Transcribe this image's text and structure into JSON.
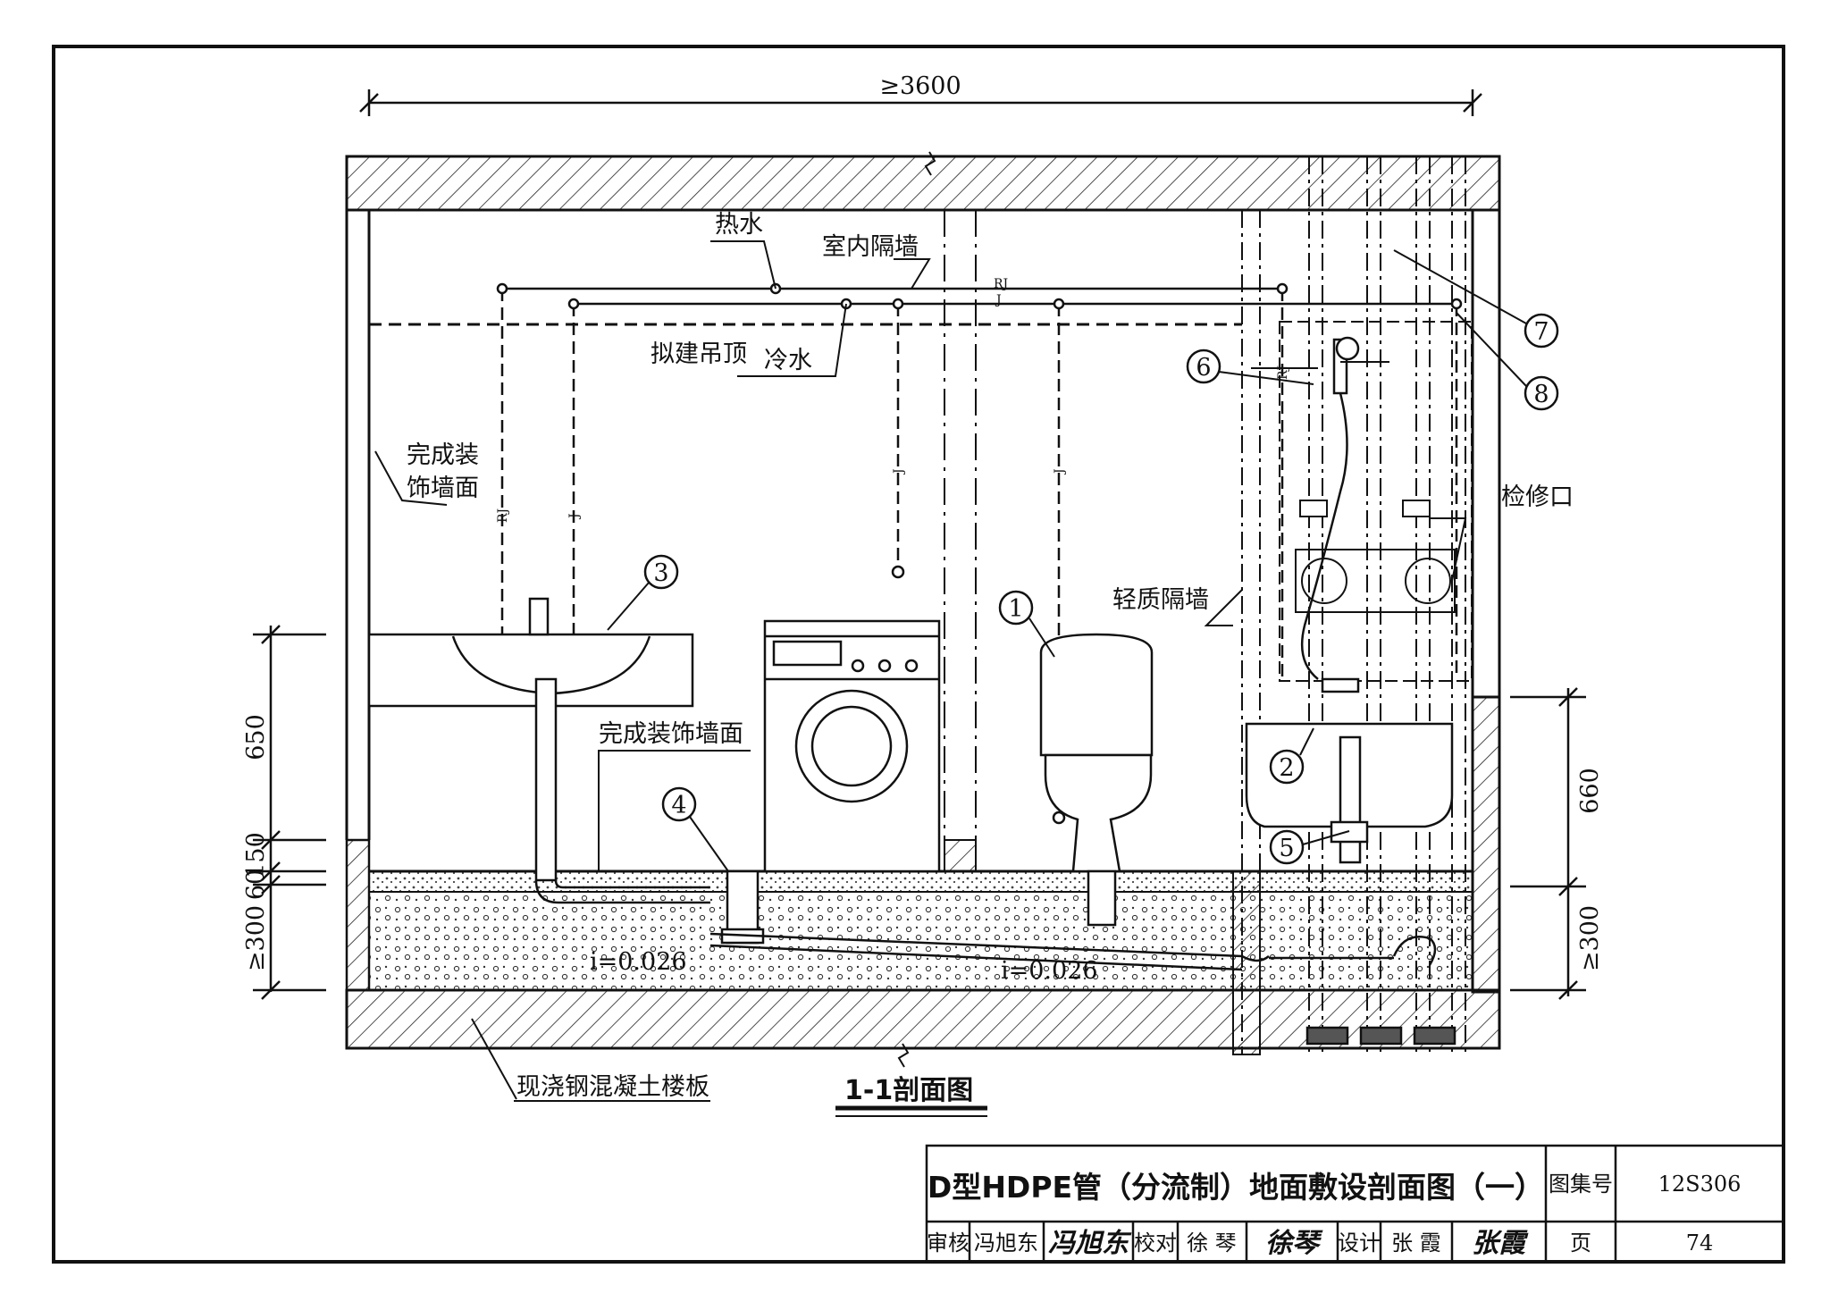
{
  "drawing": {
    "overall_dimension": "≥3600",
    "section_title": "1-1剖面图",
    "labels": {
      "hot_water": "热水",
      "partition_wall": "室内隔墙",
      "proposed_ceiling": "拟建吊顶",
      "cold_water": "冷水",
      "finished_wall_line1": "完成装",
      "finished_wall_line2": "饰墙面",
      "finished_wall_surface": "完成装饰墙面",
      "light_partition": "轻质隔墙",
      "access_opening": "检修口",
      "slab": "现浇钢混凝土楼板",
      "slope_left": "i=0.026",
      "slope_right": "i=0.026",
      "pipe_rj": "RJ",
      "pipe_j": "J"
    },
    "callouts": [
      "1",
      "2",
      "3",
      "4",
      "5",
      "6",
      "7",
      "8"
    ],
    "dimensions_left": [
      "650",
      "150",
      "60",
      "≥300"
    ],
    "dimensions_right": [
      "660",
      "≥300"
    ]
  },
  "title_block": {
    "title": "D型HDPE管（分流制）地面敷设剖面图（一）",
    "atlas_label": "图集号",
    "atlas_no": "12S306",
    "page_label": "页",
    "page_no": "74",
    "review_label": "审核",
    "reviewer": "冯旭东",
    "reviewer_signature": "冯旭东",
    "check_label": "校对",
    "checker": "徐 琴",
    "checker_signature": "徐琴",
    "design_label": "设计",
    "designer": "张 霞",
    "designer_signature": "张霞"
  }
}
